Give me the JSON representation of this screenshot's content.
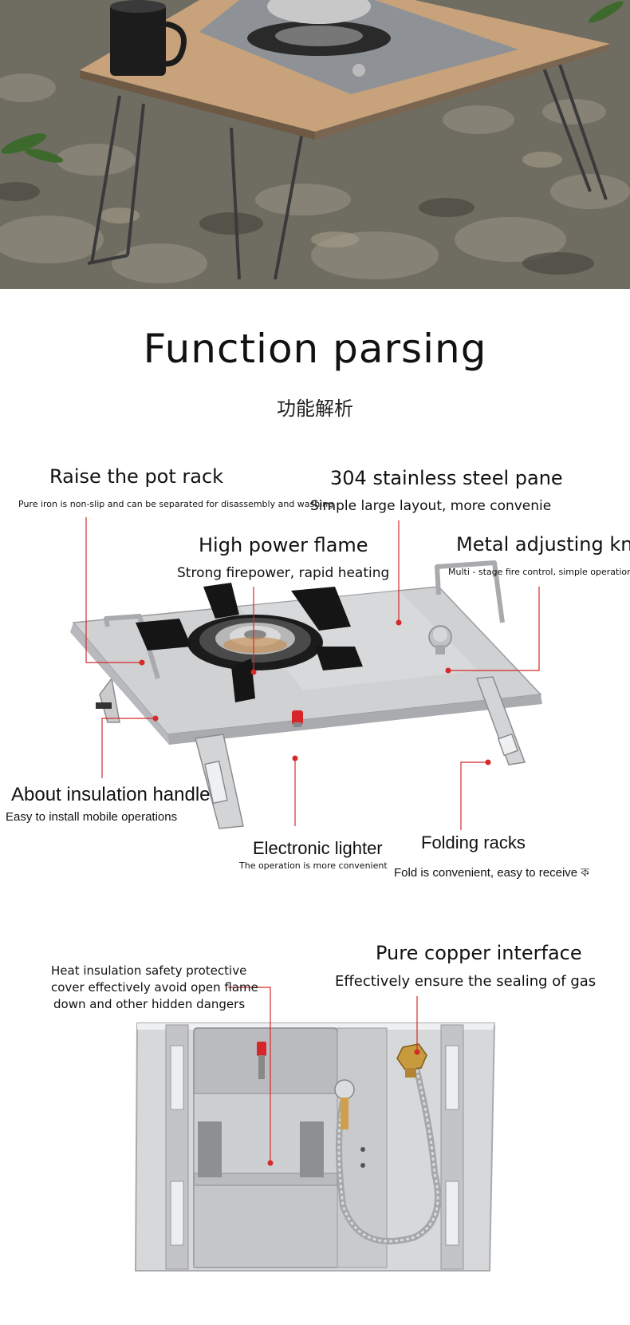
{
  "hero": {
    "alt": "Camping table with stainless steel gas stove, mug and pot on rocky ground"
  },
  "header": {
    "title": "Function parsing",
    "subtitle": "功能解析"
  },
  "features": {
    "pot_rack": {
      "title": "Raise the pot rack",
      "desc": "Pure iron is non-slip and can be separated for disassembly and washing"
    },
    "steel_pane": {
      "title": "304 stainless steel pane",
      "desc": "Simple large layout, more convenie"
    },
    "flame": {
      "title": "High power flame",
      "desc": "Strong firepower, rapid heating"
    },
    "knob": {
      "title": "Metal adjusting knob",
      "desc": "Multi - stage fire control, simple operation"
    },
    "handle": {
      "title": "About insulation handle",
      "desc": "Easy to install mobile operations"
    },
    "lighter": {
      "title": "Electronic lighter",
      "desc": "The operation is more convenient"
    },
    "racks": {
      "title": "Folding racks",
      "desc": "Fold is convenient, easy to receive ক"
    },
    "insulation_cover": {
      "line1": "Heat insulation safety protective",
      "line2": "cover effectively avoid open flame",
      "line3": "down and other hidden dangers"
    },
    "copper": {
      "title": "Pure copper interface",
      "desc": "Effectively ensure the sealing of gas"
    }
  },
  "colors": {
    "accent_line": "#d42a2a",
    "text": "#111111"
  }
}
